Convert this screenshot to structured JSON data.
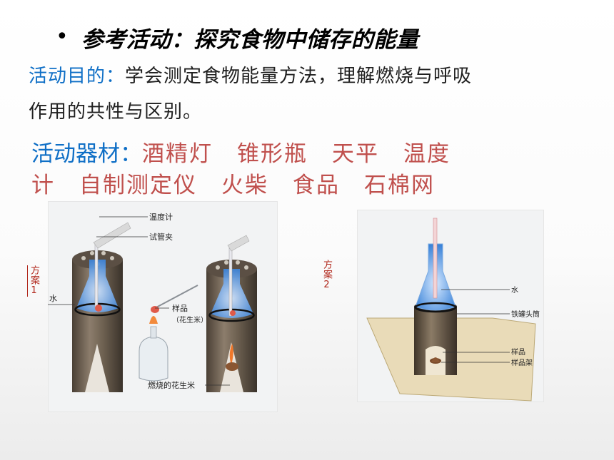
{
  "title": "参考活动：探究食物中储存的能量",
  "purpose": {
    "label": "活动目的：",
    "text_line1": "学会测定食物能量方法，理解燃烧与呼吸",
    "text_line2": "作用的共性与区别。"
  },
  "equipment": {
    "label": "活动器材：",
    "items": [
      "酒精灯",
      "锥形瓶",
      "天平",
      "温度",
      "计",
      "自制测定仪",
      "火柴",
      "食品",
      "石棉网"
    ]
  },
  "figure1": {
    "caption": "方案1",
    "labels": {
      "thermometer": "温度计",
      "clamp": "试管夹",
      "water": "水",
      "sample": "样品",
      "sample_note": "（花生米）",
      "burning": "燃烧的花生米"
    }
  },
  "figure2": {
    "caption": "方案2",
    "labels": {
      "water": "水",
      "can": "铁罐头筒",
      "sample": "样品",
      "holder": "样品架"
    }
  },
  "colors": {
    "label_blue": "#0f6fc6",
    "equipment_red": "#c0504d",
    "caption_red": "#b02418",
    "water_blue": "#4a8fe0"
  }
}
